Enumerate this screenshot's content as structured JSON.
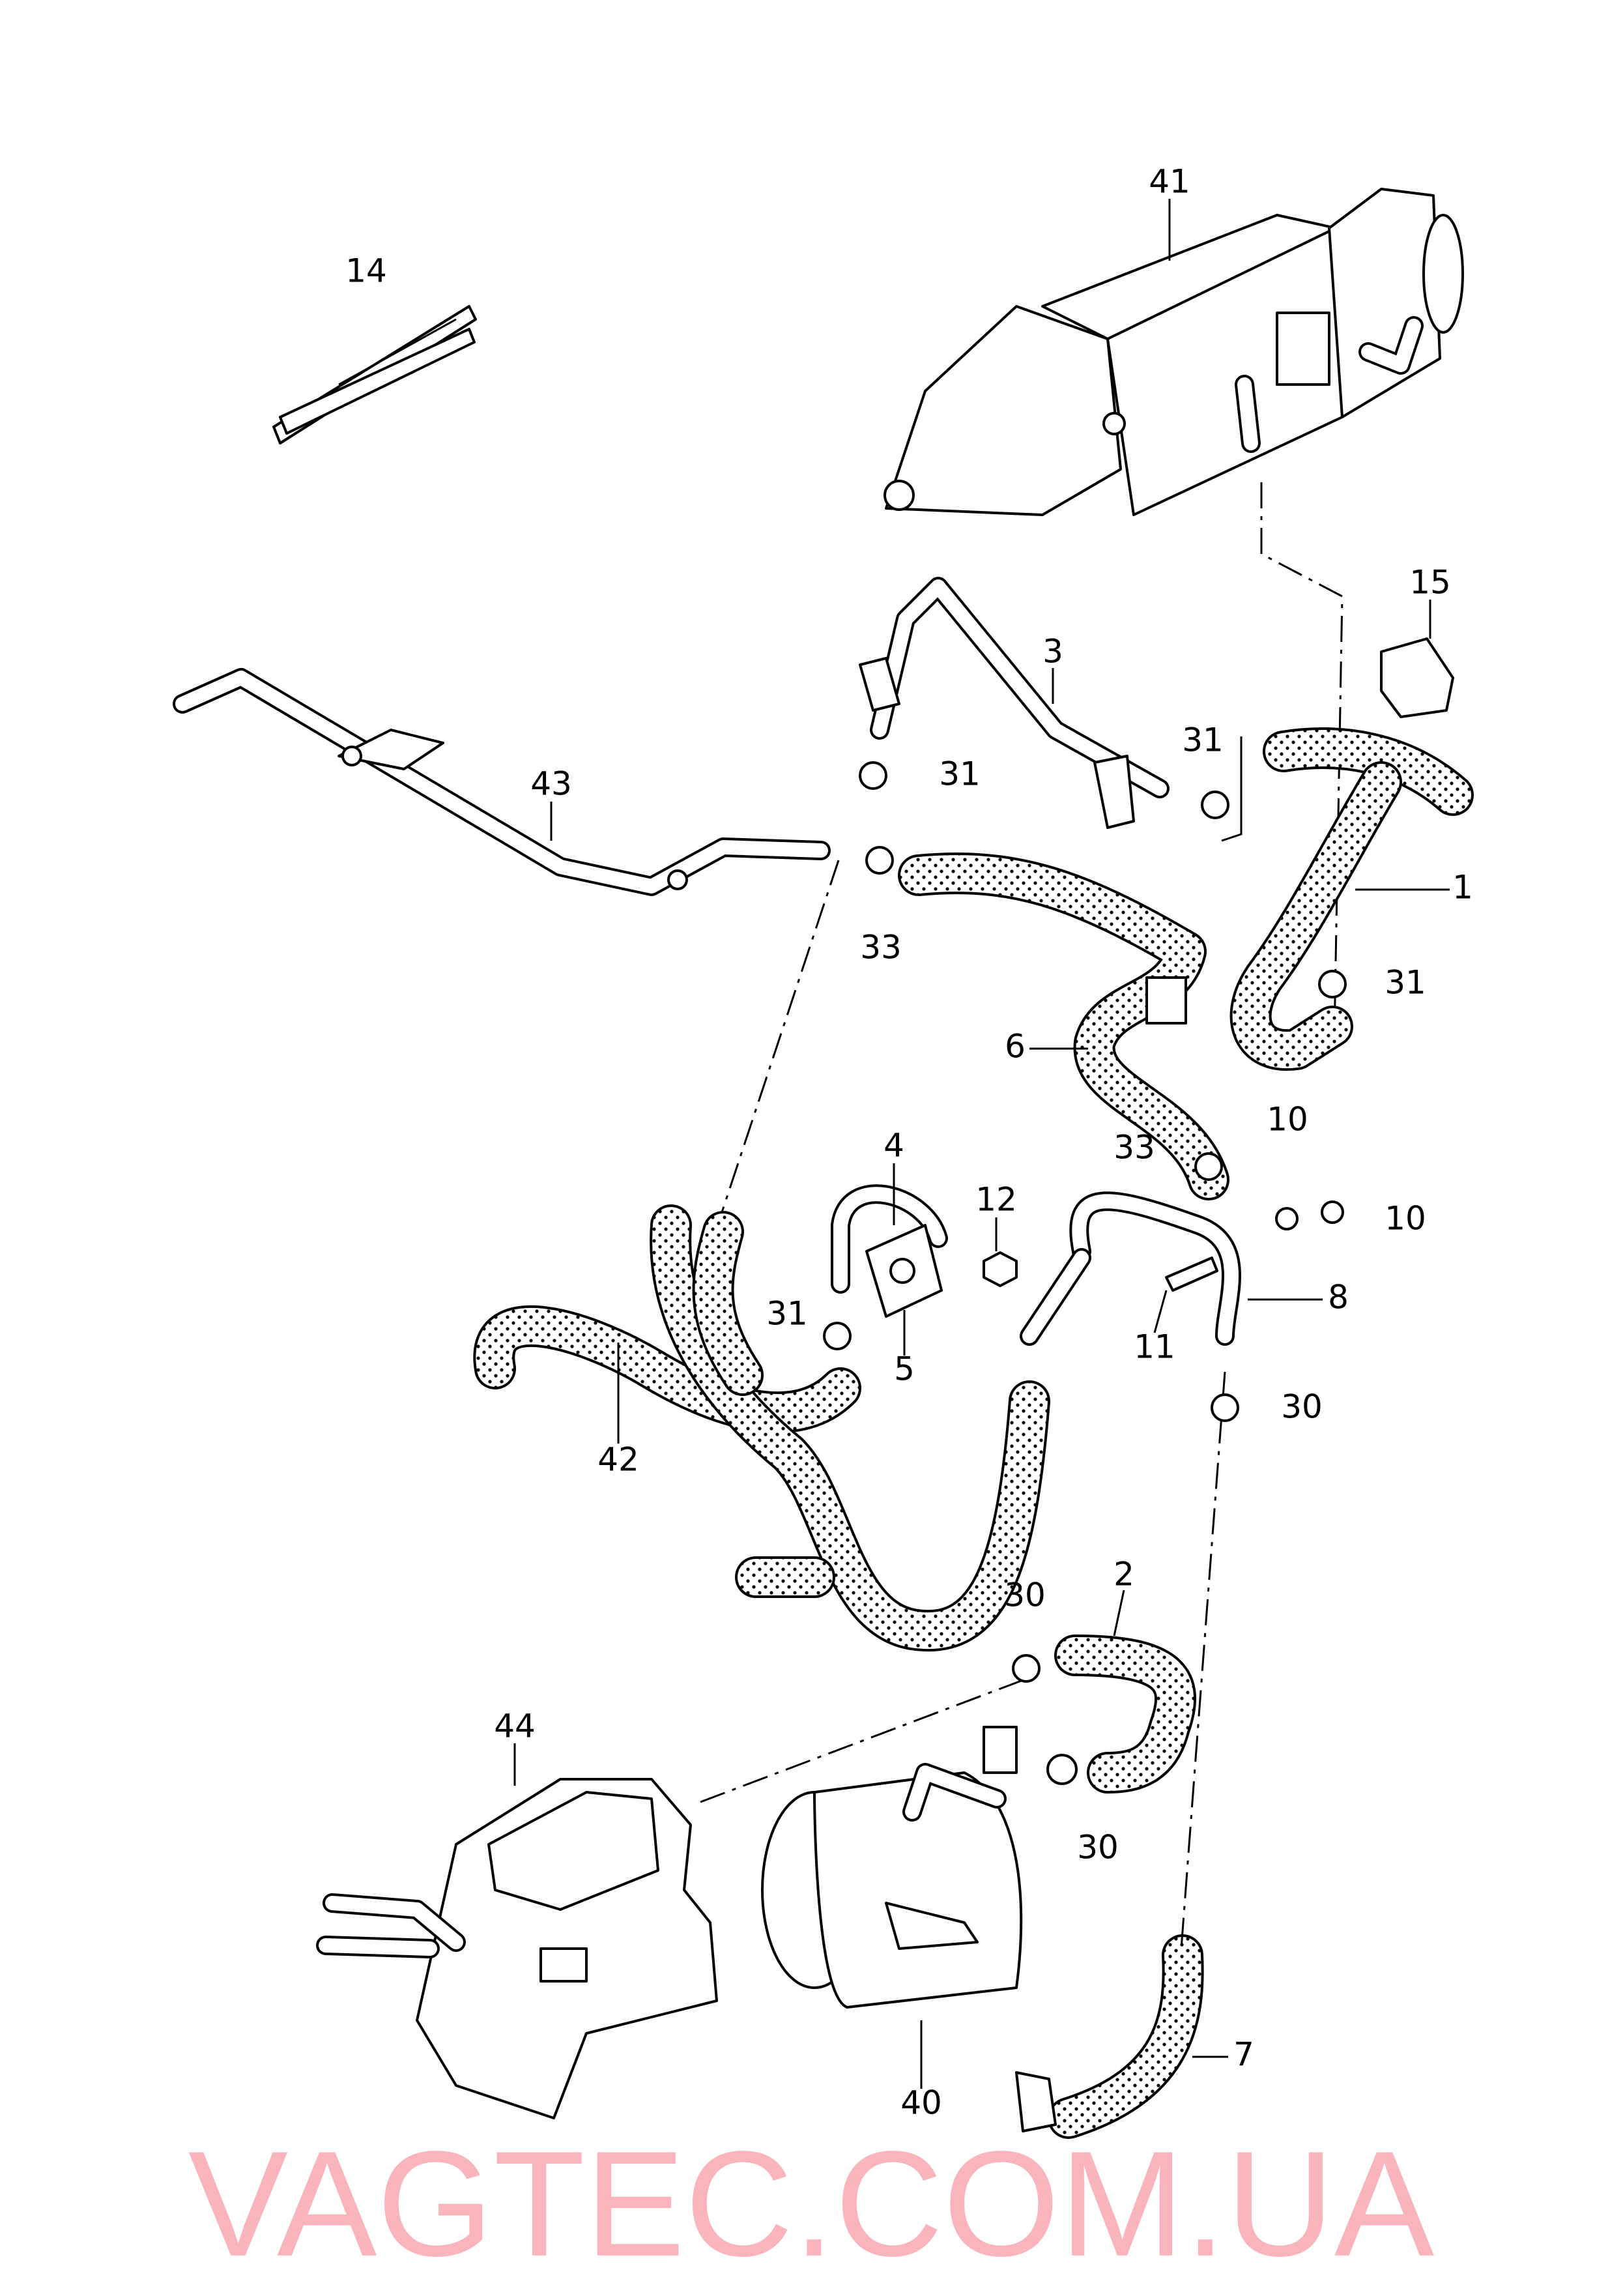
{
  "watermark": "VAGTEC.COM.UA",
  "colors": {
    "watermark": "#f9a9b0",
    "line": "#000000",
    "background": "#ffffff"
  },
  "callouts": [
    {
      "id": "14",
      "label": "14"
    },
    {
      "id": "41",
      "label": "41"
    },
    {
      "id": "15",
      "label": "15"
    },
    {
      "id": "3",
      "label": "3"
    },
    {
      "id": "31a",
      "label": "31"
    },
    {
      "id": "31b",
      "label": "31"
    },
    {
      "id": "43",
      "label": "43"
    },
    {
      "id": "1",
      "label": "1"
    },
    {
      "id": "33a",
      "label": "33"
    },
    {
      "id": "31c",
      "label": "31"
    },
    {
      "id": "6",
      "label": "6"
    },
    {
      "id": "10a",
      "label": "10"
    },
    {
      "id": "33b",
      "label": "33"
    },
    {
      "id": "4",
      "label": "4"
    },
    {
      "id": "12",
      "label": "12"
    },
    {
      "id": "10b",
      "label": "10"
    },
    {
      "id": "31d",
      "label": "31"
    },
    {
      "id": "8",
      "label": "8"
    },
    {
      "id": "11",
      "label": "11"
    },
    {
      "id": "5",
      "label": "5"
    },
    {
      "id": "30a",
      "label": "30"
    },
    {
      "id": "42",
      "label": "42"
    },
    {
      "id": "2",
      "label": "2"
    },
    {
      "id": "30b",
      "label": "30"
    },
    {
      "id": "44",
      "label": "44"
    },
    {
      "id": "30c",
      "label": "30"
    },
    {
      "id": "7",
      "label": "7"
    },
    {
      "id": "40",
      "label": "40"
    }
  ]
}
